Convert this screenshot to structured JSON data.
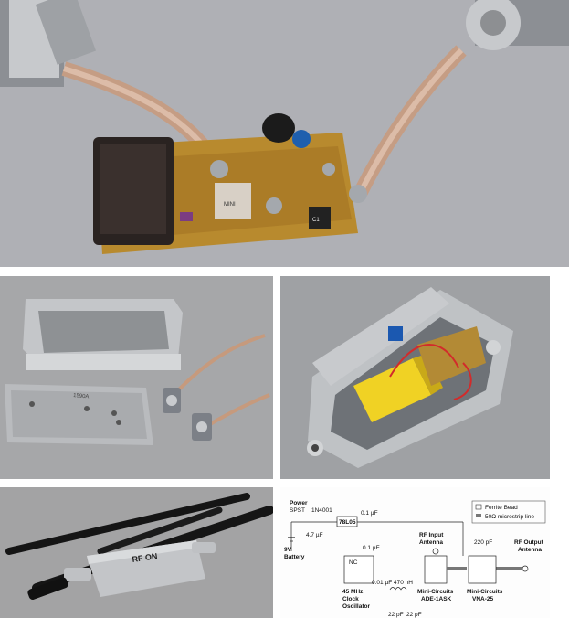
{
  "photos": [
    {
      "name": "assembled-circuit-board-closeup",
      "chip_label": "MINI",
      "regulator_label": "C1",
      "wire_color": "#c99a7a"
    },
    {
      "name": "aluminum-enclosure-and-sma-connectors",
      "lid_marking": "1590A"
    },
    {
      "name": "enclosure-interior-with-battery"
    },
    {
      "name": "finished-device-with-antennas",
      "case_marking": "RF ON"
    }
  ],
  "schematic": {
    "legend": {
      "ferrite_bead": "Ferrite Bead",
      "microstrip": "50Ω microstrip line"
    },
    "labels": {
      "power_switch": "Power\nSPST",
      "diode": "1N4001",
      "regulator": "78L05",
      "cap_01_top": "0.1 µF",
      "cap_47": "4.7 µF",
      "cap_01_mid": "0.1 µF",
      "battery": "9V\nBattery",
      "rf_input": "RF Input\nAntenna",
      "cap_220": "220 pF",
      "rf_output": "RF Output\nAntenna",
      "oscillator": "45 MHz\nClock\nOscillator",
      "cap_001": "0.01 µF",
      "inductor": "470 nH",
      "mixer": "Mini-Circuits\nADE-1ASK",
      "amplifier": "Mini-Circuits\nVNA-25",
      "cap_22a": "22 pF",
      "cap_22b": "22 pF",
      "nc": "NC"
    }
  }
}
